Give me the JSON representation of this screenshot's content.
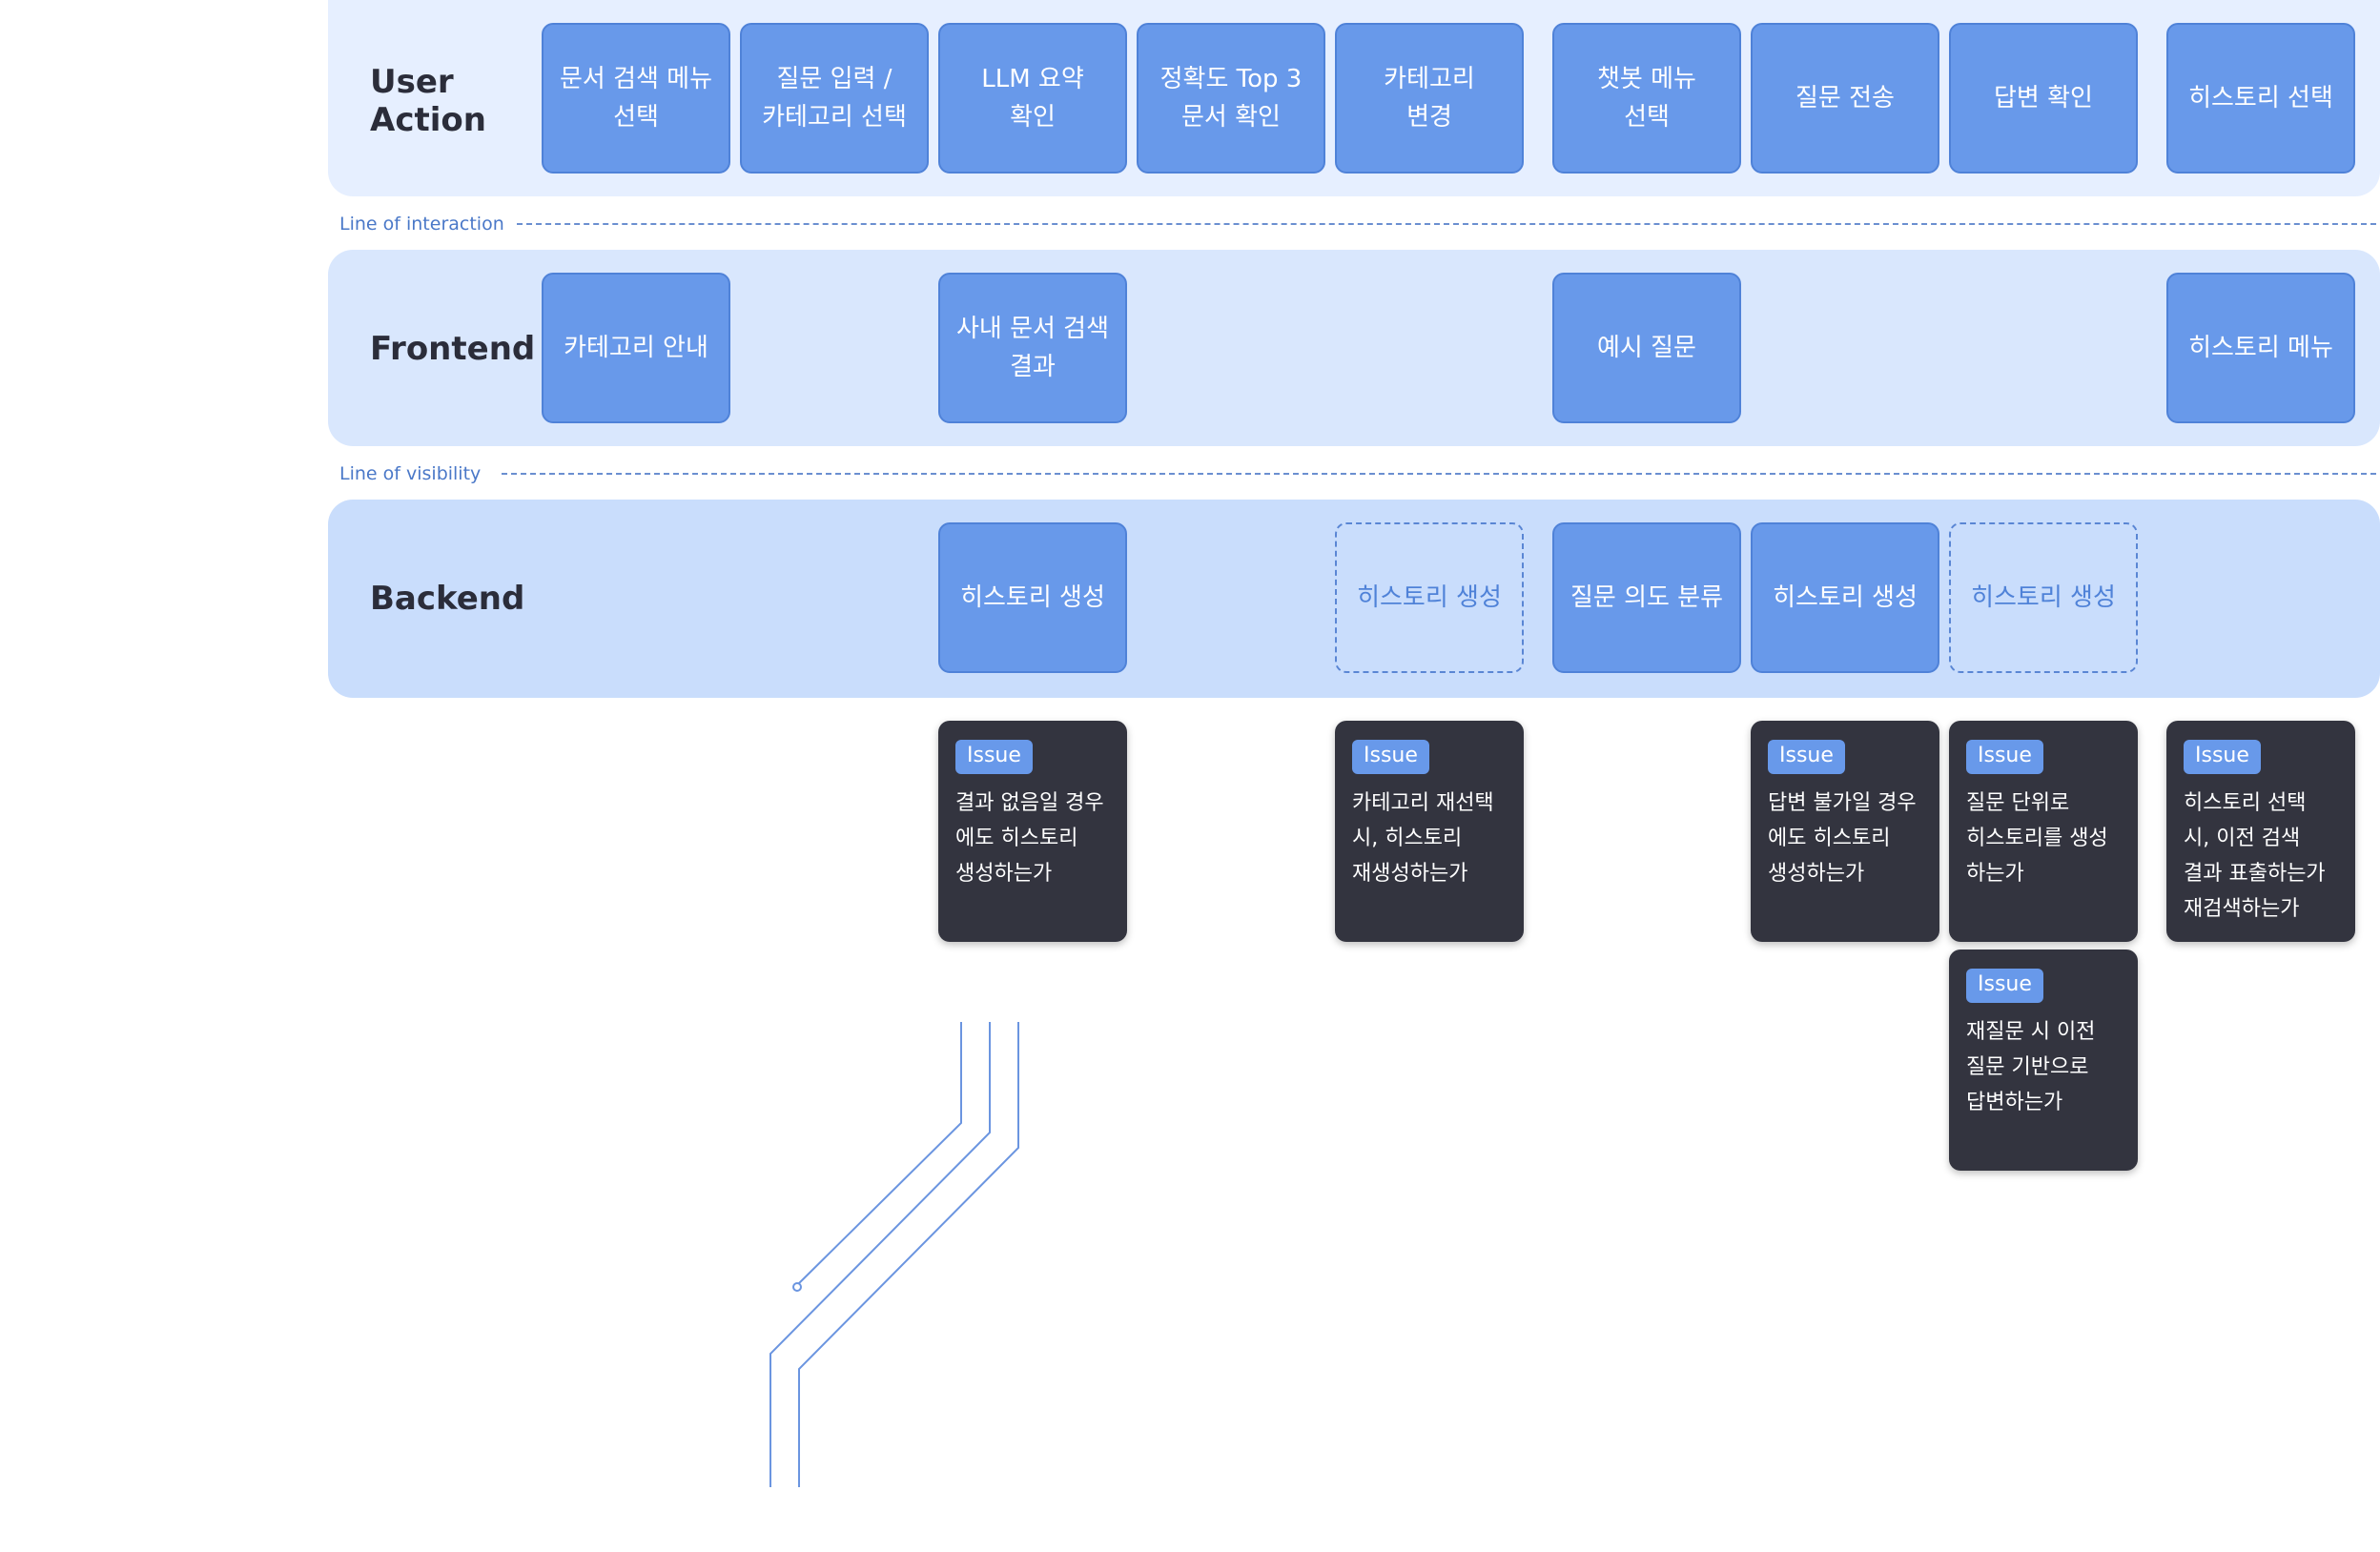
{
  "lanes": {
    "user_action": "User\nAction",
    "frontend": "Frontend",
    "backend": "Backend"
  },
  "dividers": {
    "interaction": "Line of interaction",
    "visibility": "Line of visibility"
  },
  "user_action_boxes": [
    "문서 검색 메뉴\n선택",
    "질문 입력 /\n카테고리 선택",
    "LLM 요약\n확인",
    "정확도 Top 3\n문서 확인",
    "카테고리\n변경",
    "챗봇 메뉴\n선택",
    "질문 전송",
    "답변 확인",
    "히스토리 선택"
  ],
  "frontend_boxes": [
    "카테고리 안내",
    "사내 문서 검색\n결과",
    "예시 질문",
    "히스토리 메뉴"
  ],
  "backend_boxes": [
    "히스토리 생성",
    "히스토리 생성",
    "질문 의도 분류",
    "히스토리 생성",
    "히스토리 생성"
  ],
  "issue_badge": "Issue",
  "issues": [
    "결과 없음일 경우\n에도 히스토리\n생성하는가",
    "카테고리 재선택\n시, 히스토리\n재생성하는가",
    "답변 불가일 경우\n에도 히스토리\n생성하는가",
    "질문 단위로\n히스토리를 생성\n하는가",
    "히스토리 선택\n시, 이전 검색\n결과 표출하는가\n재검색하는가",
    "재질문 시 이전\n질문 기반으로\n답변하는가"
  ],
  "colors": {
    "box_fill": "#6899ea",
    "box_border": "#4f82d8",
    "issue_bg": "#33343f",
    "lane_user_action": "#e6efff",
    "lane_frontend": "#d9e7fd",
    "lane_backend": "#c9ddfc",
    "divider": "#6b8fd0"
  }
}
